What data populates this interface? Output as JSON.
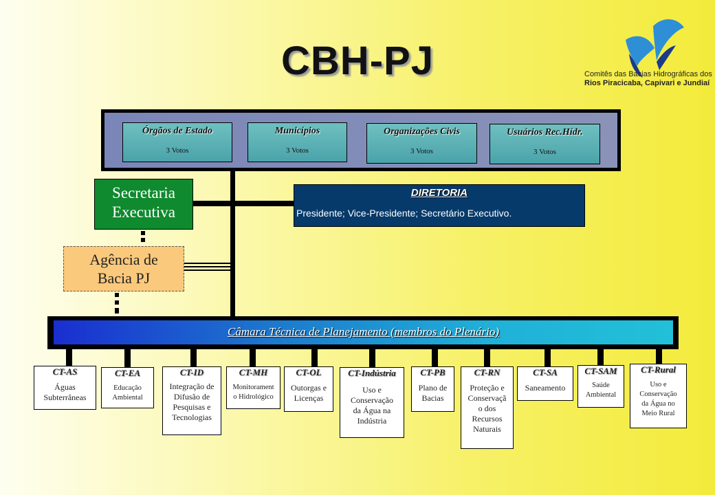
{
  "title": "CBH-PJ",
  "logo": {
    "line1": "Comitês das Bacias Hidrográficas dos",
    "line2": "Rios Piracicaba, Capivari e Jundiaí"
  },
  "members": [
    {
      "name": "Órgãos de Estado",
      "votes": "3 Votos"
    },
    {
      "name": "Municípios",
      "votes": "3 Votos"
    },
    {
      "name": "Organizações Civis",
      "votes": "3 Votos"
    },
    {
      "name": "Usuários Rec.Hídr.",
      "votes": "3 Votos"
    }
  ],
  "secretaria": {
    "line1": "Secretaria",
    "line2": "Executiva"
  },
  "diretoria": {
    "title": "DIRETORIA",
    "text": "Presidente; Vice-Presidente; Secretário Executivo."
  },
  "agencia": {
    "line1": "Agência de",
    "line2": "Bacia PJ"
  },
  "camara": "Câmara Técnica de Planejamento (membros do Plenário)",
  "cts": [
    {
      "code": "CT-AS",
      "desc": [
        "Águas",
        "Subterrâneas"
      ]
    },
    {
      "code": "CT-EA",
      "desc": [
        "Educação",
        "Ambiental"
      ]
    },
    {
      "code": "CT-ID",
      "desc": [
        "Integração de",
        "Difusão de",
        "Pesquisas e",
        "Tecnologias"
      ]
    },
    {
      "code": "CT-MH",
      "desc": [
        "Monitorament",
        "o Hidrológico"
      ]
    },
    {
      "code": "CT-OL",
      "desc": [
        "Outorgas e",
        "Licenças"
      ]
    },
    {
      "code": "CT-Indústria",
      "desc": [
        "Uso e",
        "Conservação",
        "da Água na",
        "Indústria"
      ]
    },
    {
      "code": "CT-PB",
      "desc": [
        "Plano de",
        "Bacias"
      ]
    },
    {
      "code": "CT-RN",
      "desc": [
        "Proteção e",
        "Conservaçã",
        "o dos",
        "Recursos",
        "Naturais"
      ]
    },
    {
      "code": "CT-SA",
      "desc": [
        "Saneamento"
      ]
    },
    {
      "code": "CT-SAM",
      "desc": [
        "Saúde",
        "Ambiental"
      ]
    },
    {
      "code": "CT-Rural",
      "desc": [
        "Uso e",
        "Conservação",
        "da Água no",
        "Meio Rural"
      ]
    }
  ],
  "colors": {
    "secretaria": "#0f8a2e",
    "diretoria": "#063a6a",
    "agencia": "#fbc97c"
  }
}
